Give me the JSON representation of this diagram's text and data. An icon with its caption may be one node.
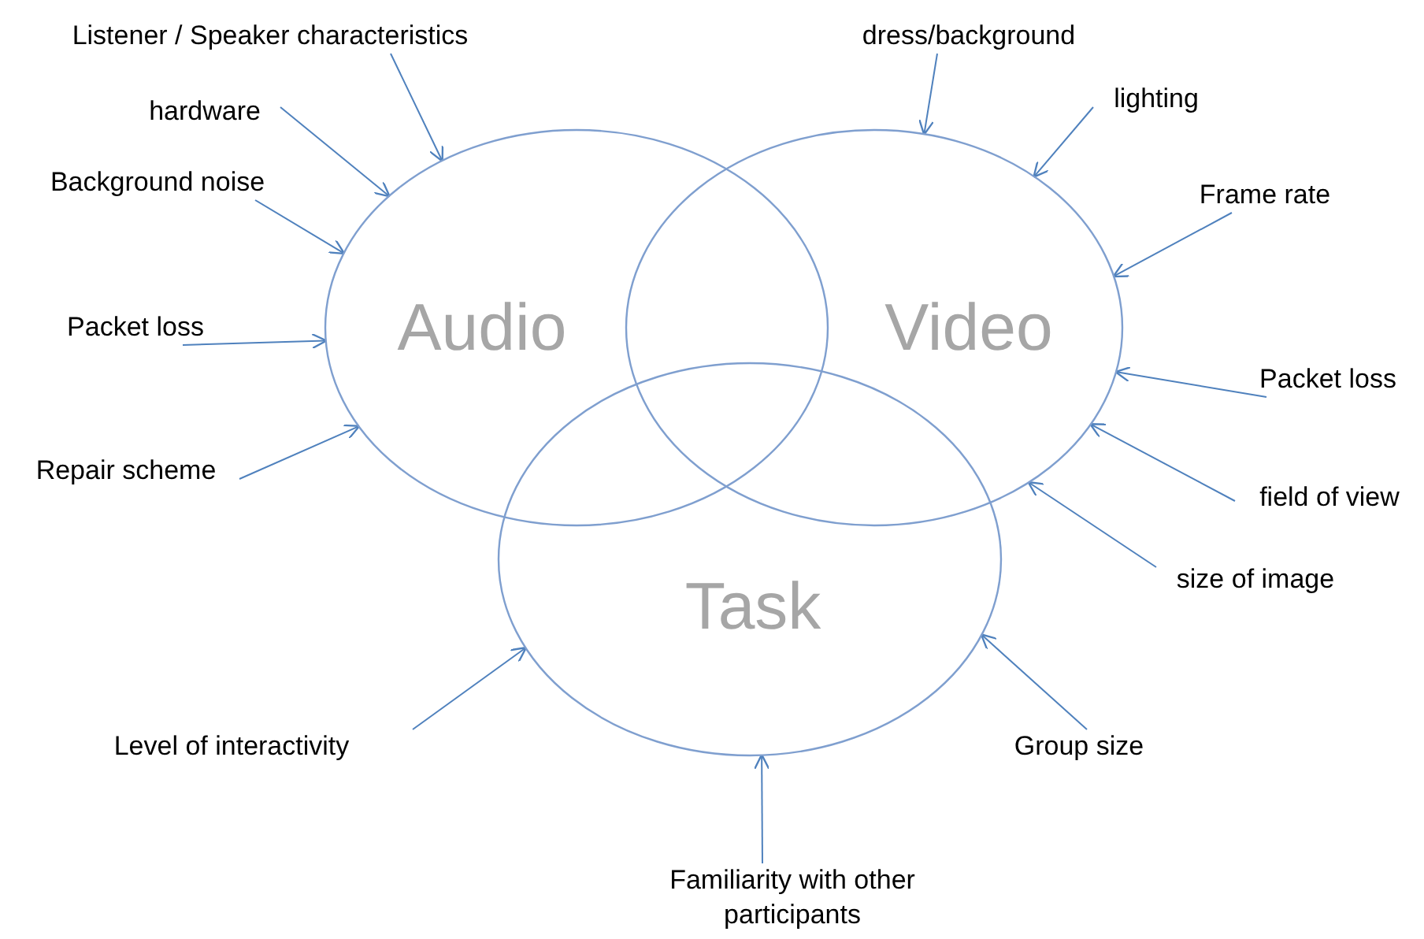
{
  "diagram": {
    "nodes": [
      {
        "text": [
          "Audio"
        ]
      },
      {
        "text": [
          "Video"
        ]
      },
      {
        "text": [
          "Task"
        ]
      },
      {
        "text": [
          "Listener / Speaker characteristics"
        ]
      },
      {
        "text": [
          "hardware"
        ]
      },
      {
        "text": [
          "Background noise"
        ]
      },
      {
        "text": [
          "Packet loss"
        ]
      },
      {
        "text": [
          "Repair scheme"
        ]
      },
      {
        "text": [
          "dress/background"
        ]
      },
      {
        "text": [
          "lighting"
        ]
      },
      {
        "text": [
          "Frame rate"
        ]
      },
      {
        "text": [
          "Packet loss"
        ]
      },
      {
        "text": [
          "field of view"
        ]
      },
      {
        "text": [
          "size of image"
        ]
      },
      {
        "text": [
          "Level of interactivity"
        ]
      },
      {
        "text": [
          "Group size"
        ]
      },
      {
        "text": [
          "Familiarity with other participants"
        ]
      }
    ],
    "edges": [
      {
        "from": 3,
        "to": 0,
        "arrow": "to"
      },
      {
        "from": 4,
        "to": 0,
        "arrow": "to"
      },
      {
        "from": 5,
        "to": 0,
        "arrow": "to"
      },
      {
        "from": 6,
        "to": 0,
        "arrow": "to"
      },
      {
        "from": 7,
        "to": 0,
        "arrow": "to"
      },
      {
        "from": 8,
        "to": 1,
        "arrow": "to"
      },
      {
        "from": 9,
        "to": 1,
        "arrow": "to"
      },
      {
        "from": 10,
        "to": 1,
        "arrow": "to"
      },
      {
        "from": 11,
        "to": 1,
        "arrow": "to"
      },
      {
        "from": 12,
        "to": 1,
        "arrow": "to"
      },
      {
        "from": 13,
        "to": 1,
        "arrow": "to"
      },
      {
        "from": 14,
        "to": 2,
        "arrow": "to"
      },
      {
        "from": 15,
        "to": 2,
        "arrow": "to"
      },
      {
        "from": 16,
        "to": 2,
        "arrow": "to"
      }
    ]
  }
}
